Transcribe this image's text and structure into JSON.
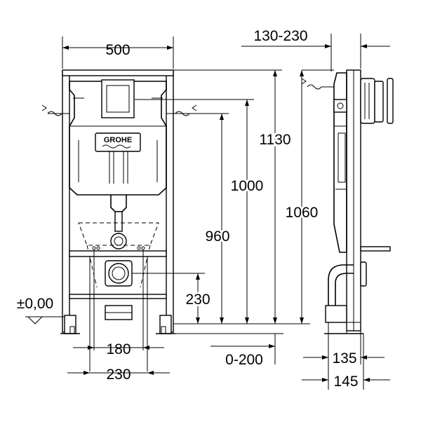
{
  "drawing": {
    "brand_logo_text": "GROHE",
    "dimensions": {
      "width_frame": "500",
      "wall_distance": "130-230",
      "height_total": "1130",
      "height_cistern": "1000",
      "height_frame": "1060",
      "height_seat": "960",
      "height_drain": "230",
      "floor_level": "±0,00",
      "drain_width_inner": "180",
      "drain_width_outer": "230",
      "floor_adjust": "0-200",
      "depth_135": "135",
      "depth_145": "145"
    }
  }
}
